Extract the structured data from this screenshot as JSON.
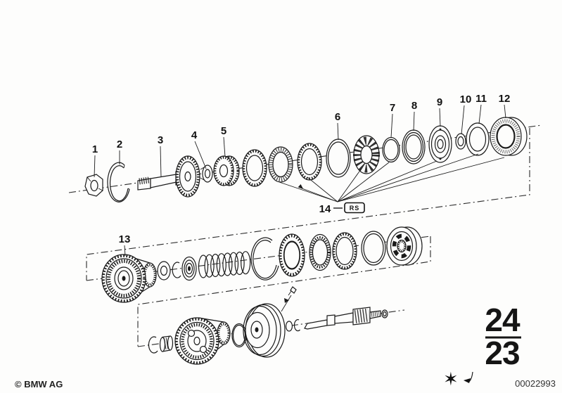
{
  "diagram": {
    "callouts": [
      "1",
      "2",
      "3",
      "4",
      "5",
      "6",
      "7",
      "8",
      "9",
      "10",
      "11",
      "12",
      "13",
      "14"
    ],
    "rs_label": "RS"
  },
  "page_badge": {
    "group": "24",
    "page": "23"
  },
  "symbols": {
    "star": "✶"
  },
  "footer": {
    "copyright": "© BMW AG",
    "image_number": "00022993"
  }
}
